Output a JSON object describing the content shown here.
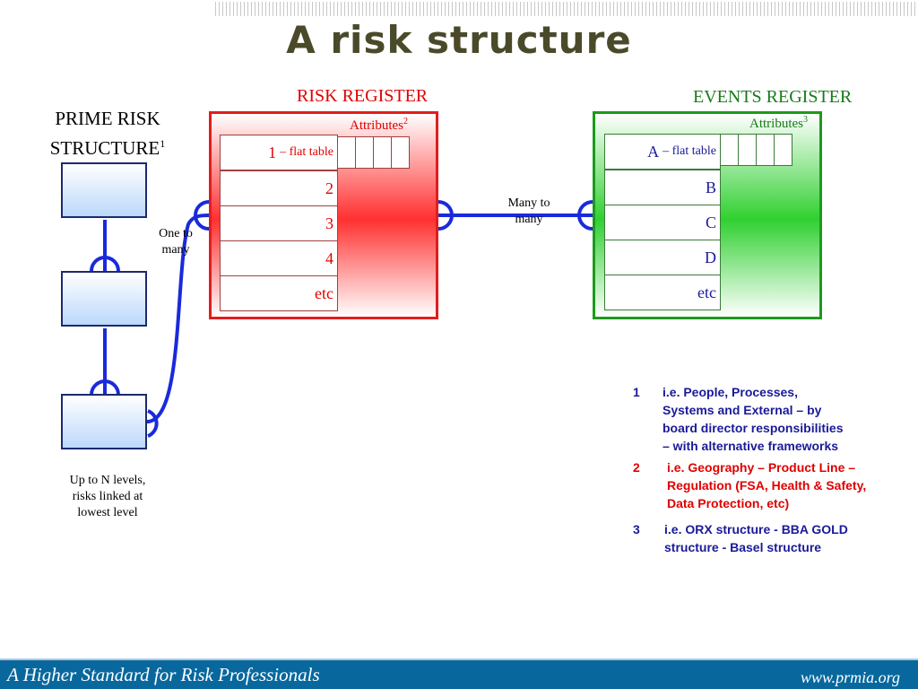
{
  "title": "A risk structure",
  "prime": {
    "title_line1": "PRIME RISK",
    "title_line2": "STRUCTURE",
    "title_sup": "1",
    "one_to": "One to",
    "many": "many",
    "caption_line1": "Up to N levels,",
    "caption_line2": "risks linked at",
    "caption_line3": "lowest level"
  },
  "risk_register": {
    "title": "RISK REGISTER",
    "attributes": "Attributes",
    "attributes_sup": "2",
    "rows": [
      {
        "main": "1",
        "sub": "– flat table"
      },
      {
        "main": "2",
        "sub": ""
      },
      {
        "main": "3",
        "sub": ""
      },
      {
        "main": "4",
        "sub": ""
      },
      {
        "main": "etc",
        "sub": ""
      }
    ]
  },
  "events_register": {
    "title": "EVENTS REGISTER",
    "attributes": "Attributes",
    "attributes_sup": "3",
    "rows": [
      {
        "main": "A",
        "sub": "– flat table"
      },
      {
        "main": "B",
        "sub": ""
      },
      {
        "main": "C",
        "sub": ""
      },
      {
        "main": "D",
        "sub": ""
      },
      {
        "main": "etc",
        "sub": ""
      }
    ]
  },
  "link": {
    "many_to": "Many to",
    "many": "many"
  },
  "footnotes": [
    {
      "num": "1",
      "lines": [
        "i.e. People, Processes,",
        "Systems and External – by",
        "board director responsibilities",
        "– with alternative frameworks"
      ],
      "color": "#1a1a99"
    },
    {
      "num": "2",
      "lines": [
        "i.e. Geography – Product Line –",
        "Regulation (FSA, Health & Safety,",
        "Data Protection, etc)"
      ],
      "color": "#e00000"
    },
    {
      "num": "3",
      "lines": [
        "i.e. ORX structure - BBA GOLD",
        "structure - Basel structure"
      ],
      "color": "#1a1a99"
    }
  ],
  "footer": {
    "left": "A Higher Standard for Risk Professionals",
    "right": "www.prmia.org"
  },
  "colors": {
    "risk": "#e00000",
    "events": "#1a7a1a",
    "link": "#1a2adb",
    "footer_bg": "#08689e"
  }
}
